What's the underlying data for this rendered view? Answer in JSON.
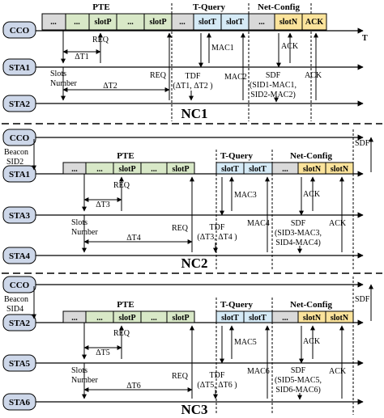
{
  "colors": {
    "node_fill": "#cdd7e9",
    "slot_gray": "#d9d9d9",
    "slot_green": "#d8e8c7",
    "slot_blue": "#d5eaf6",
    "slot_yellow": "#fbe39b",
    "line": "#000000"
  },
  "t_axis_label": "T",
  "nc1": {
    "nodes": [
      "CCO",
      "STA1",
      "STA2"
    ],
    "phase_labels": [
      "PTE",
      "T-Query",
      "Net-Config"
    ],
    "slots": [
      "...",
      "...",
      "slotP",
      "...",
      "slotP",
      "...",
      "slotT",
      "slotT",
      "...",
      "slotN",
      "ACK"
    ],
    "req_label": "REQ",
    "req2_label": "REQ",
    "dt_a": "ΔT1",
    "dt_b": "ΔT2",
    "slots_number": [
      "Slots",
      "Number"
    ],
    "mac_a": "MAC1",
    "mac_b": "MAC2",
    "tdf": [
      "TDF",
      "(ΔT1, ΔT2 )"
    ],
    "sdf": [
      "SDF",
      "(SID1-MAC1,",
      "SID2-MAC2)"
    ],
    "ack_a": "ACK",
    "ack_b": "ACK",
    "name": "NC1"
  },
  "nc2": {
    "nodes": [
      "CCO",
      "STA1",
      "STA3",
      "STA4"
    ],
    "beacon": [
      "Beacon",
      "SID2"
    ],
    "sdf_top": "SDF",
    "phase_labels": [
      "PTE",
      "T-Query",
      "Net-Config"
    ],
    "slots": [
      "...",
      "...",
      "slotP",
      "...",
      "slotP",
      "slotT",
      "slotT",
      "...",
      "slotN",
      "slotN"
    ],
    "req_label": "REQ",
    "req2_label": "REQ",
    "dt_a": "ΔT3",
    "dt_b": "ΔT4",
    "slots_number": [
      "Slots",
      "Number"
    ],
    "mac_a": "MAC3",
    "mac_b": "MAC4",
    "tdf": [
      "TDF",
      "(ΔT3, ΔT4 )"
    ],
    "sdf": [
      "SDF",
      "(SID3-MAC3,",
      "SID4-MAC4)"
    ],
    "ack_a": "ACK",
    "ack_b": "ACK",
    "name": "NC2"
  },
  "nc3": {
    "nodes": [
      "CCO",
      "STA2",
      "STA5",
      "STA6"
    ],
    "beacon": [
      "Beacon",
      "SID4"
    ],
    "sdf_top": "SDF",
    "phase_labels": [
      "PTE",
      "T-Query",
      "Net-Config"
    ],
    "slots": [
      "...",
      "...",
      "slotP",
      "...",
      "slotP",
      "slotT",
      "slotT",
      "...",
      "slotN",
      "slotN"
    ],
    "req_label": "REQ",
    "req2_label": "REQ",
    "dt_a": "ΔT5",
    "dt_b": "ΔT6",
    "slots_number": [
      "Slots",
      "Number"
    ],
    "mac_a": "MAC5",
    "mac_b": "MAC6",
    "tdf": [
      "TDF",
      "(ΔT5, ΔT6 )"
    ],
    "sdf": [
      "SDF",
      "(SID5-MAC5,",
      "SID6-MAC6)"
    ],
    "ack_a": "ACK",
    "ack_b": "ACK",
    "name": "NC3"
  }
}
